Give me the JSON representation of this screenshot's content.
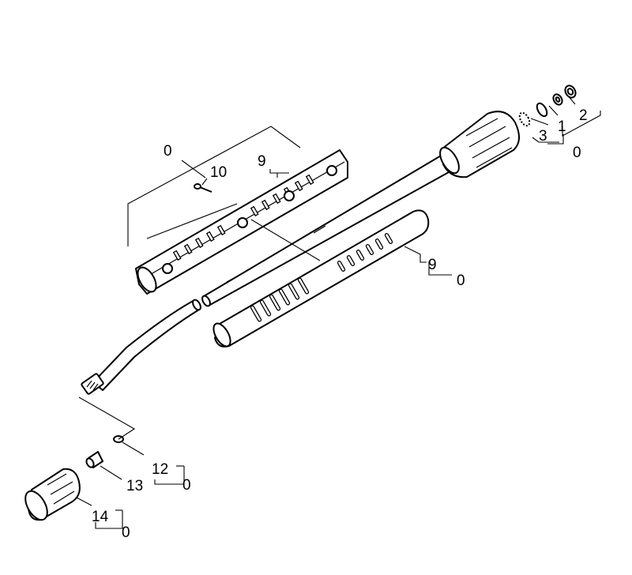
{
  "callouts": {
    "c_0_top": "0",
    "c_10": "10",
    "c_9_top": "9",
    "c_1": "1",
    "c_2": "2",
    "c_3": "3",
    "c_0_right": "0",
    "c_9_mid": "9",
    "c_0_mid": "0",
    "c_12": "12",
    "c_13": "13",
    "c_0_low": "0",
    "c_14": "14",
    "c_0_bottom": "0"
  },
  "colors": {
    "line": "#000000",
    "background": "#ffffff"
  }
}
